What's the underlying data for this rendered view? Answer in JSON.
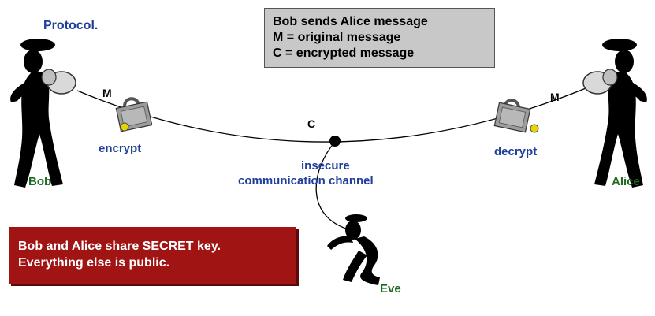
{
  "title": "Protocol.",
  "info_box": {
    "line1": "Bob sends Alice message",
    "line2": "M = original message",
    "line3": "C = encrypted message"
  },
  "secret_box": {
    "line1": "Bob and Alice share SECRET key.",
    "line2": "Everything else is public."
  },
  "labels": {
    "bob": "Bob",
    "alice": "Alice",
    "eve": "Eve",
    "m_left": "M",
    "m_right": "M",
    "c": "C",
    "encrypt": "encrypt",
    "decrypt": "decrypt",
    "channel_line1": "insecure",
    "channel_line2": "communication channel"
  },
  "colors": {
    "label_blue": "#1f3f9a",
    "label_green": "#1f6b1f",
    "secret_red": "#a01414",
    "info_gray": "#c8c8c8"
  }
}
